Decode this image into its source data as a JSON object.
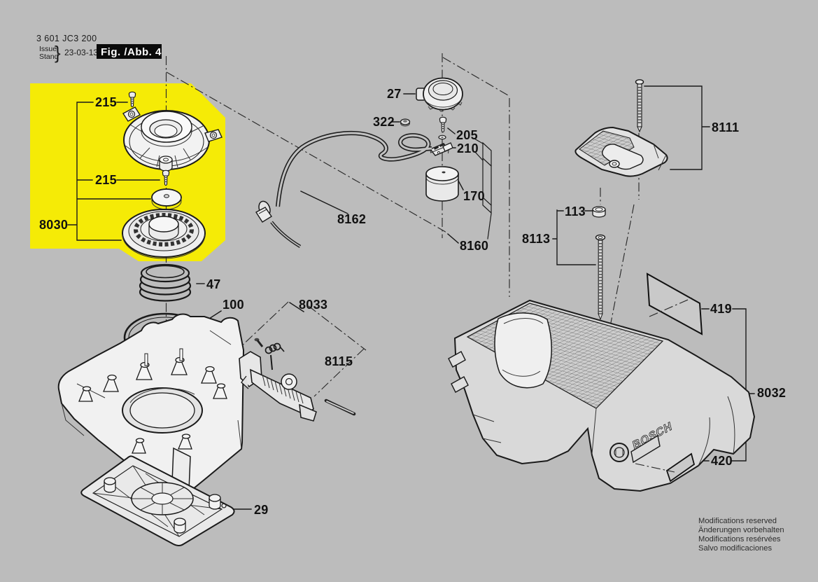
{
  "doc": {
    "part_number": "3 601 JC3 200",
    "issue_label_top": "Issue",
    "issue_label_bottom": "Stand",
    "issue_brace": "}",
    "issue_date": "23-03-13",
    "figure_label": "Fig. /Abb. 4"
  },
  "drawing": {
    "brand_logo_text": "BOSCH",
    "background_color": "#bcbcbc",
    "highlight_color": "#f5eb06",
    "line_color": "#1a1a1a"
  },
  "part_labels": {
    "p215_top": "215",
    "p215_mid": "215",
    "p8030": "8030",
    "p47": "47",
    "p100": "100",
    "p8033": "8033",
    "p8115": "8115",
    "p29": "29",
    "p27": "27",
    "p322": "322",
    "p205": "205",
    "p210": "210",
    "p170": "170",
    "p8162": "8162",
    "p8160": "8160",
    "p8111": "8111",
    "p113": "113",
    "p8113": "8113",
    "p419": "419",
    "p8032": "8032",
    "p420": "420"
  },
  "footer": {
    "line1": "Modifications reserved",
    "line2": "Änderungen vorbehalten",
    "line3": "Modifications resérvées",
    "line4": "Salvo modificaciones"
  }
}
